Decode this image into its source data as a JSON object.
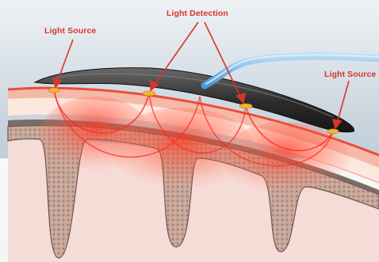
{
  "labels": {
    "light_source_left": "Light Source",
    "light_detection": "Light Detection",
    "light_source_right": "Light Source"
  },
  "colors": {
    "label": "#d9342b",
    "skull_bone": "#c9a89a",
    "sensor": "#3a3a3a",
    "cable": "#7ab8e6",
    "light": "#ff2a1a",
    "brain": "#f3d9d6",
    "background": "#c8d4de"
  }
}
